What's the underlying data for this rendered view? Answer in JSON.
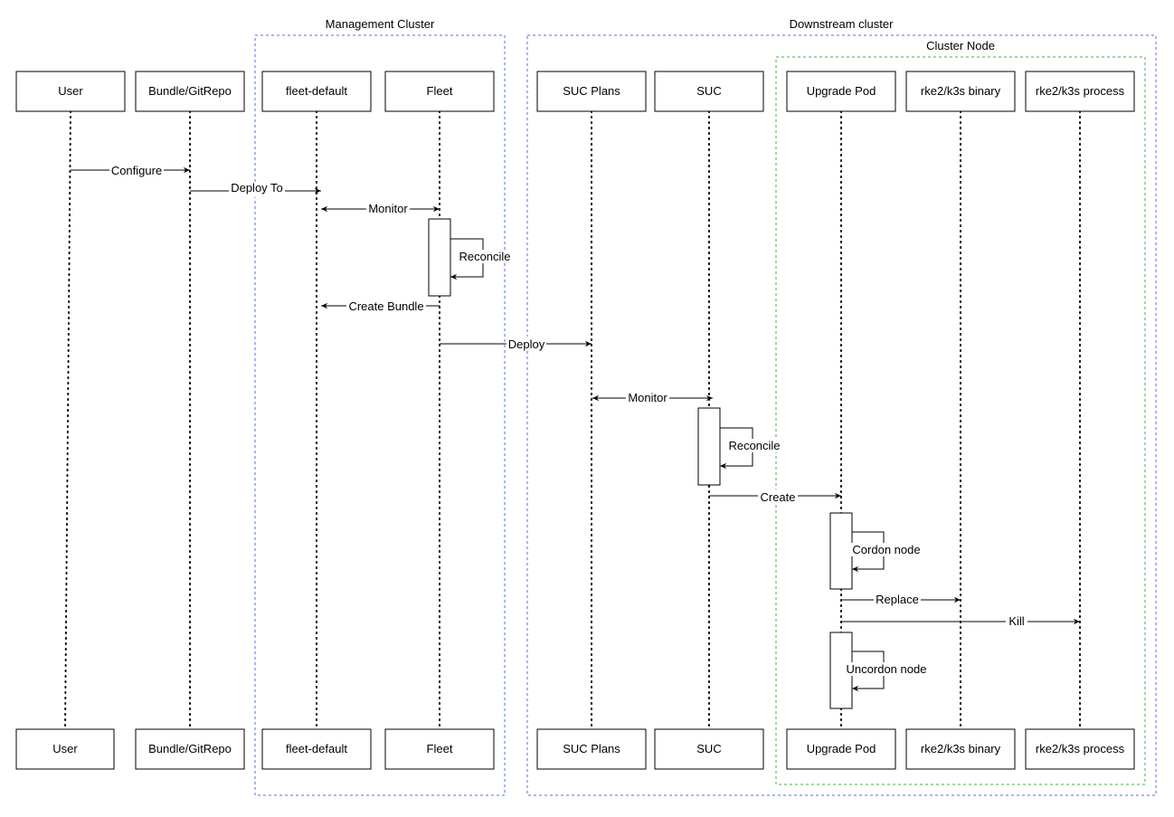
{
  "colors": {
    "management_border": "#4f6ef7",
    "downstream_border": "#4f6ef7",
    "cluster_node_border": "#3fb24a",
    "line": "#000000",
    "background": "#ffffff"
  },
  "groups": {
    "management": {
      "label": "Management Cluster"
    },
    "downstream": {
      "label": "Downstream cluster"
    },
    "cluster_node": {
      "label": "Cluster Node"
    }
  },
  "participants": [
    {
      "id": "user",
      "label": "User"
    },
    {
      "id": "bundle",
      "label": "Bundle/GitRepo"
    },
    {
      "id": "fleetdefault",
      "label": "fleet-default"
    },
    {
      "id": "fleet",
      "label": "Fleet"
    },
    {
      "id": "sucplans",
      "label": "SUC Plans"
    },
    {
      "id": "suc",
      "label": "SUC"
    },
    {
      "id": "upgradepod",
      "label": "Upgrade Pod"
    },
    {
      "id": "binary",
      "label": "rke2/k3s binary"
    },
    {
      "id": "process",
      "label": "rke2/k3s process"
    }
  ],
  "messages": [
    {
      "from": "User",
      "to": "Bundle/GitRepo",
      "label": "Configure"
    },
    {
      "from": "Bundle/GitRepo",
      "to": "fleet-default",
      "label": "Deploy To"
    },
    {
      "from": "Fleet",
      "to": "fleet-default",
      "label": "Monitor",
      "bidirectional": true
    },
    {
      "from": "Fleet",
      "to": "Fleet",
      "label": "Reconcile"
    },
    {
      "from": "Fleet",
      "to": "fleet-default",
      "label": "Create Bundle"
    },
    {
      "from": "Fleet",
      "to": "SUC Plans",
      "label": "Deploy"
    },
    {
      "from": "SUC",
      "to": "SUC Plans",
      "label": "Monitor",
      "bidirectional": true
    },
    {
      "from": "SUC",
      "to": "SUC",
      "label": "Reconcile"
    },
    {
      "from": "SUC",
      "to": "Upgrade Pod",
      "label": "Create"
    },
    {
      "from": "Upgrade Pod",
      "to": "Upgrade Pod",
      "label": "Cordon node"
    },
    {
      "from": "Upgrade Pod",
      "to": "rke2/k3s binary",
      "label": "Replace"
    },
    {
      "from": "Upgrade Pod",
      "to": "rke2/k3s process",
      "label": "Kill"
    },
    {
      "from": "Upgrade Pod",
      "to": "Upgrade Pod",
      "label": "Uncordon node"
    }
  ]
}
